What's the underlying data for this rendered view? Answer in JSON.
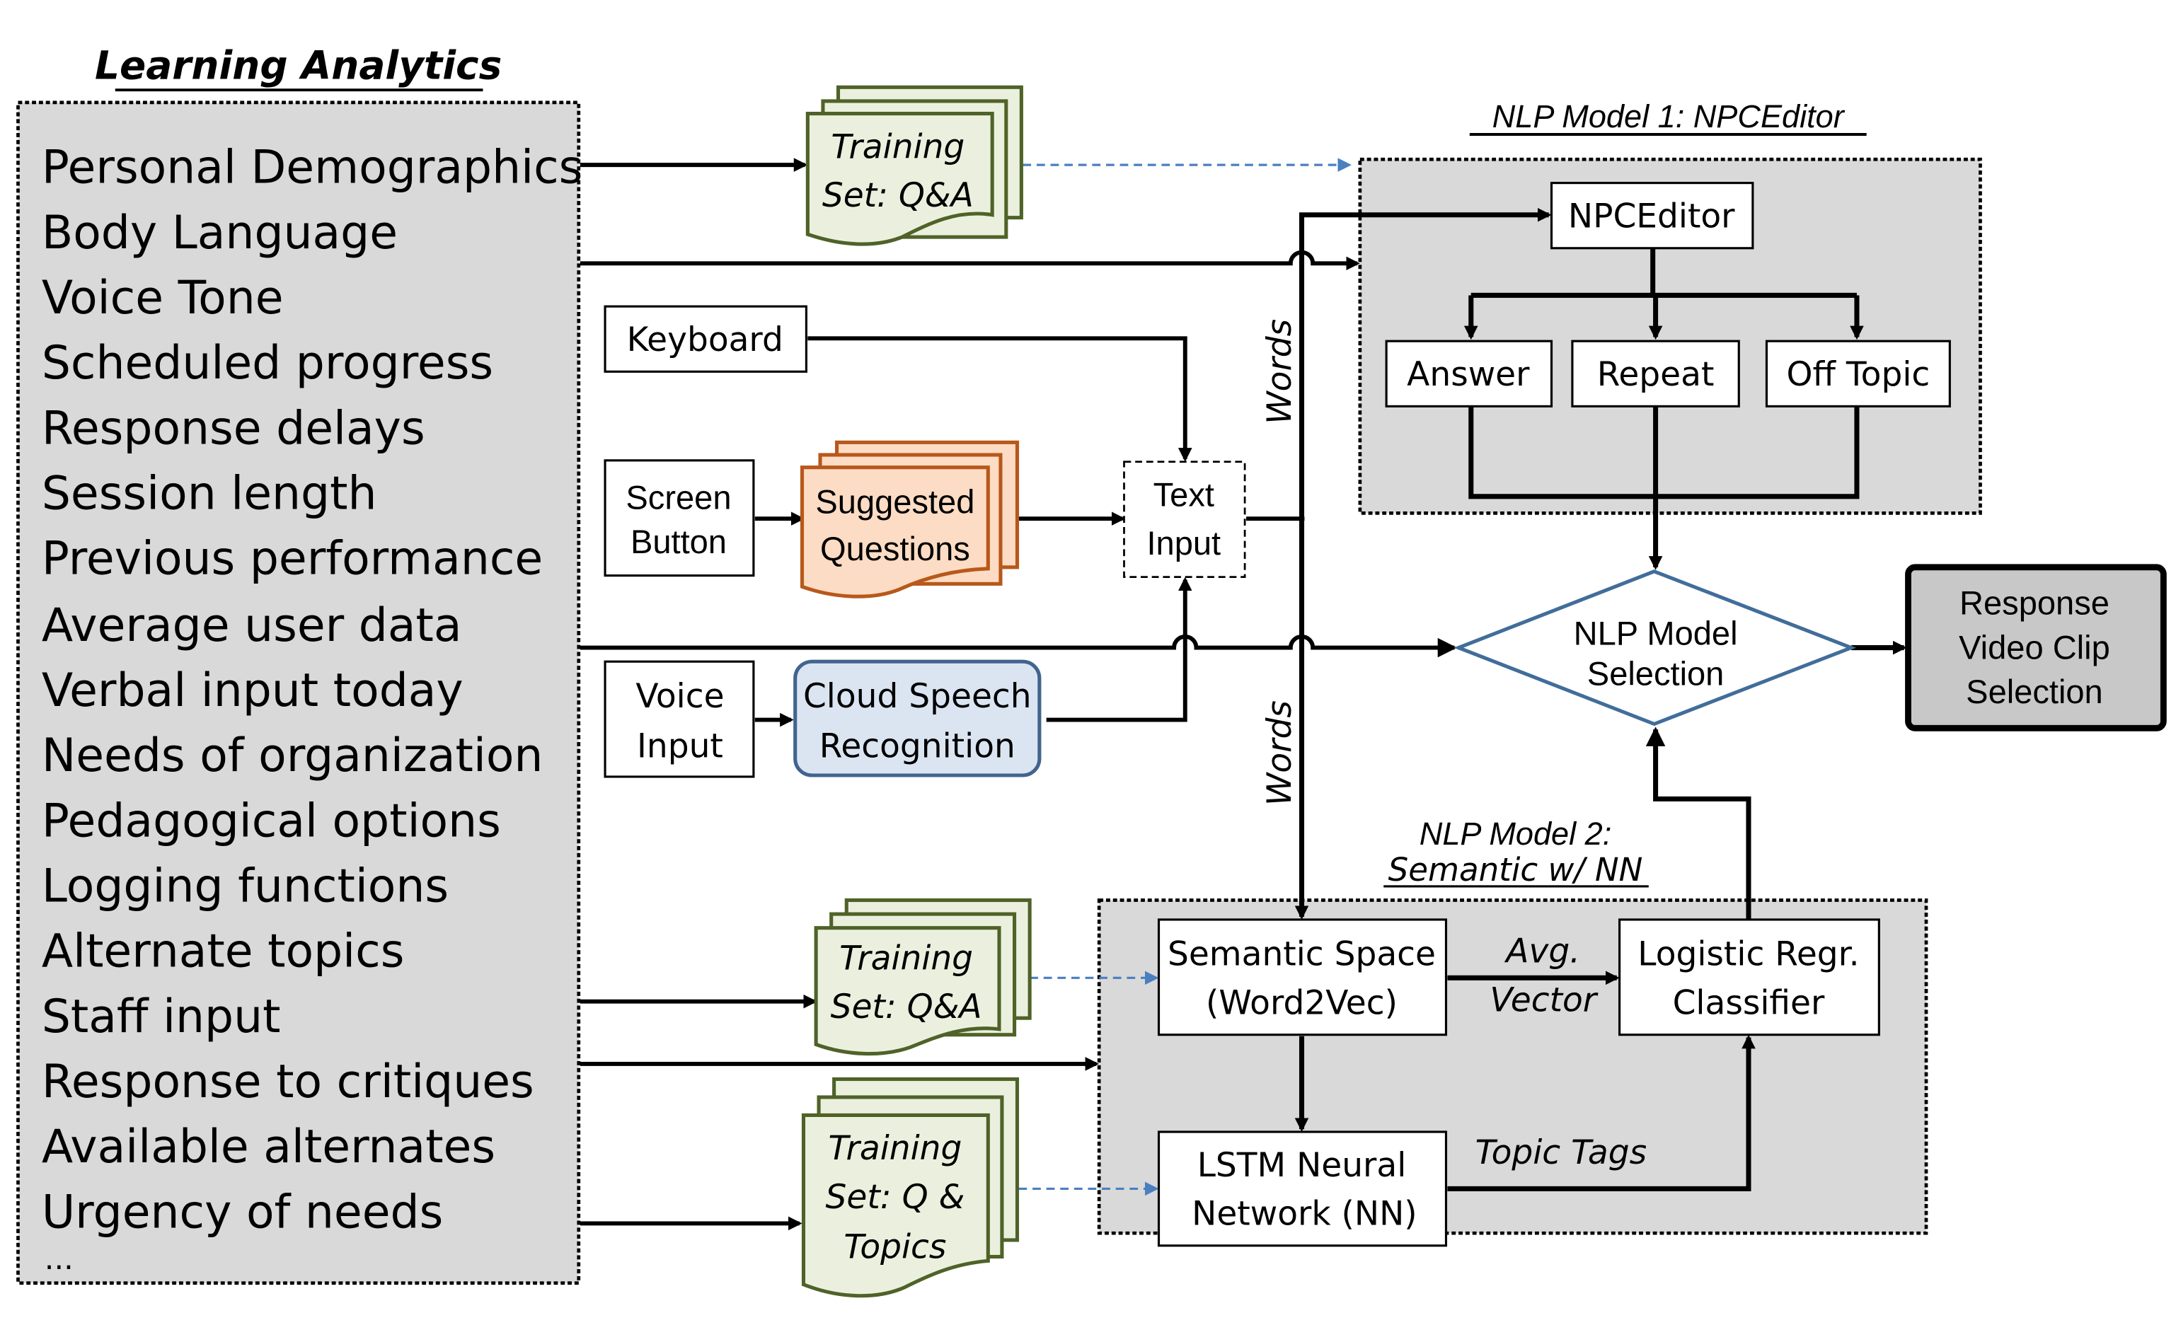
{
  "learning_analytics": {
    "title": "Learning Analytics",
    "items": [
      "Personal Demographics",
      "Body Language",
      "Voice Tone",
      "Scheduled progress",
      "Response delays",
      "Session length",
      "Previous performance",
      "Average user data",
      "Verbal input today",
      "Needs of organization",
      "Pedagogical options",
      "Logging functions",
      "Alternate topics",
      "Staff input",
      "Response to critiques",
      "Available alternates",
      "Urgency of needs",
      "..."
    ]
  },
  "documents": {
    "training_qa_top": [
      "Training",
      "Set: Q&A"
    ],
    "suggested_questions": [
      "Suggested",
      "Questions"
    ],
    "training_qa_bottom": [
      "Training",
      "Set: Q&A"
    ],
    "training_q_topics": [
      "Training",
      "Set: Q &",
      "Topics"
    ]
  },
  "inputs": {
    "keyboard": "Keyboard",
    "screen_button": [
      "Screen",
      "Button"
    ],
    "voice_input": [
      "Voice",
      "Input"
    ],
    "cloud_speech": [
      "Cloud Speech",
      "Recognition"
    ],
    "text_input": [
      "Text",
      "Input"
    ]
  },
  "edge_labels": {
    "words_upper": "Words",
    "words_lower": "Words",
    "avg_vector": [
      "Avg.",
      "Vector"
    ],
    "topic_tags": "Topic Tags"
  },
  "nlp_model_1": {
    "title": "NLP Model 1: NPCEditor",
    "npceditor": "NPCEditor",
    "outputs": [
      "Answer",
      "Repeat",
      "Off Topic"
    ]
  },
  "nlp_model_2": {
    "title_line1": "NLP Model 2:",
    "title_line2": "Semantic w/ NN",
    "semantic_space": [
      "Semantic Space",
      "(Word2Vec)"
    ],
    "logistic": [
      "Logistic Regr.",
      "Classifier"
    ],
    "lstm": [
      "LSTM Neural",
      "Network (NN)"
    ]
  },
  "selection": {
    "nlp_model_selection": [
      "NLP Model",
      "Selection"
    ],
    "response_video": [
      "Response",
      "Video Clip",
      "Selection"
    ]
  },
  "colors": {
    "training_fill": "#ebf0de",
    "training_stroke": "#4f6228",
    "suggested_fill": "#fcdcc4",
    "suggested_stroke": "#b8581a",
    "cloud_fill": "#dbe5f2",
    "cloud_stroke": "#41648f",
    "diamond_stroke": "#416d99",
    "region_fill": "#d9d9d9",
    "response_fill": "#c8c8c8",
    "dashed_arrow": "#4a7fc1"
  }
}
